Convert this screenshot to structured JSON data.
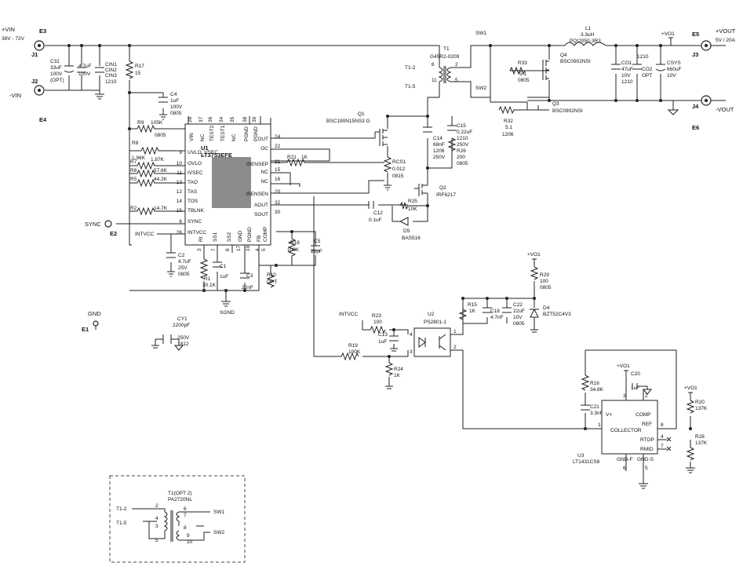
{
  "terminals": {
    "vin_label": "+VIN",
    "vin_range": "36V - 72V",
    "e3": "E3",
    "j1": "J1",
    "vin_neg_label": "-VIN",
    "j2": "J2",
    "e4": "E4",
    "vout_label": "+VOUT",
    "vout_rating": "5V / 20A",
    "e5": "E5",
    "j3": "J3",
    "vout_neg_label": "-VOUT",
    "j4": "J4",
    "e6": "E6",
    "sync": "SYNC",
    "e2": "E2",
    "gnd": "GND",
    "e1": "E1",
    "sgnd": "SGND",
    "intvcc": "INTVCC",
    "vo1": "+VO1"
  },
  "input": {
    "c31": [
      "C31",
      "33uF",
      "100V",
      "(OPT)"
    ],
    "c_4u7": [
      "4.7uF",
      "100V"
    ],
    "cin": [
      "CIN1",
      "CIN2",
      "CIN3",
      "1210"
    ],
    "r17": [
      "R17",
      "15"
    ],
    "c4": [
      "C4",
      "1uF",
      "100V",
      "0805"
    ],
    "r9": [
      "R9",
      "105K",
      "0805"
    ],
    "r8": [
      "R8",
      "1.96K"
    ],
    "r7": [
      "R7",
      "1.87K"
    ],
    "r6": [
      "R6",
      "57.6K"
    ],
    "r5": [
      "R5",
      "44.2K"
    ],
    "r2": [
      "R2",
      "14.7K"
    ],
    "c2": [
      "C2",
      "4.7uF",
      "25V",
      "0805"
    ],
    "r1": [
      "R1",
      "30.1K"
    ],
    "c1": [
      "C1",
      "1uF"
    ],
    "c3": [
      "C3",
      "22nF"
    ],
    "r10": [
      "R10",
      "OPT"
    ],
    "r18": [
      "R18",
      "100K"
    ],
    "c5": [
      "C5",
      "22pF"
    ]
  },
  "u1": {
    "ref": "U1",
    "part": "LT3753EFE",
    "left_pins": [
      {
        "num": "9",
        "name": "UVLO_VSEC"
      },
      {
        "num": "10",
        "name": "OVLO"
      },
      {
        "num": "11",
        "name": "IVSEC"
      },
      {
        "num": "13",
        "name": "TAO"
      },
      {
        "num": "12",
        "name": "TAS"
      },
      {
        "num": "14",
        "name": "TOS"
      },
      {
        "num": "15",
        "name": "TBLNK"
      },
      {
        "num": "6",
        "name": "SYNC"
      },
      {
        "num": "26",
        "name": "INTVCC"
      }
    ],
    "right_pins": [
      {
        "num": "24",
        "name": "OUT"
      },
      {
        "num": "22",
        "name": "OC"
      },
      {
        "num": "21",
        "name": "ISENSEP"
      },
      {
        "num": "15",
        "name": "NC"
      },
      {
        "num": "16",
        "name": "NC"
      },
      {
        "num": "20",
        "name": "ISENSEN"
      },
      {
        "num": "32",
        "name": "AOUT"
      },
      {
        "num": "30",
        "name": "SOUT"
      }
    ],
    "top_pins": [
      {
        "num": "28",
        "name": "VIN"
      },
      {
        "num": "37",
        "name": "NC"
      },
      {
        "num": "36",
        "name": "TEST2"
      },
      {
        "num": "34",
        "name": "TEST1"
      },
      {
        "num": "35",
        "name": "NC"
      },
      {
        "num": "38",
        "name": "PGND"
      },
      {
        "num": "39",
        "name": "PGND"
      }
    ],
    "bottom_pins": [
      {
        "num": "3",
        "name": "Rt"
      },
      {
        "num": "7",
        "name": "SS1"
      },
      {
        "num": "8",
        "name": "SS2"
      },
      {
        "num": "17",
        "name": "GND"
      },
      {
        "num": "19",
        "name": "PGND"
      },
      {
        "num": "4",
        "name": "FB"
      },
      {
        "num": "5",
        "name": "COMP"
      }
    ]
  },
  "power": {
    "t1": [
      "T1",
      "G45R2-0209"
    ],
    "t1_pins": [
      "T1-2",
      "T1-5"
    ],
    "sw1": "SW1",
    "sw2": "SW2",
    "q1": [
      "Q1",
      "BSC190N15NS3 G"
    ],
    "c15": [
      "C15",
      "0.22uF",
      "1210",
      "250V"
    ],
    "c14": [
      "C14",
      "68nF",
      "1206",
      "250V"
    ],
    "r26": [
      "R26",
      "200",
      "0805"
    ],
    "r21": [
      "R21",
      "1K"
    ],
    "rcs1": [
      "RCS1",
      "0.012",
      "0815"
    ],
    "q2": [
      "Q2",
      "IRF6217"
    ],
    "r25": [
      "R25",
      "10K"
    ],
    "c12": [
      "C12",
      "0.1uF"
    ],
    "d5": [
      "D5",
      "BAS516"
    ],
    "l1": [
      "L1",
      "3.3uH",
      "PQI2050-3R3"
    ],
    "q4": [
      "Q4",
      "BSC0902NSI"
    ],
    "q3": [
      "Q3",
      "BSC0902NSI"
    ],
    "r33": [
      "R33",
      "5.1",
      "0805"
    ],
    "r32": [
      "R32",
      "5.1",
      "1206"
    ],
    "co1": [
      "CO1",
      "47uF",
      "10V",
      "1210"
    ],
    "co2": [
      "CO2",
      "1210",
      "OPT"
    ],
    "csys": [
      "CSYS",
      "660uF",
      "10V"
    ]
  },
  "feedback": {
    "r23": [
      "R23",
      "100"
    ],
    "c13": [
      "C13",
      "1uF"
    ],
    "r19": [
      "R19",
      "100K"
    ],
    "r24": [
      "R24",
      "1K"
    ],
    "u2": [
      "U2",
      "PS2801-1"
    ],
    "r15": [
      "R15",
      "1K"
    ],
    "c18": [
      "C18",
      "4.7nF"
    ],
    "c22": [
      "C22",
      "22uF",
      "10V",
      "0805"
    ],
    "r29": [
      "R29",
      "100",
      "0805"
    ],
    "d4": [
      "D4",
      "BZT52C4V3"
    ],
    "r16": [
      "R16",
      "34.8K"
    ],
    "c20": [
      "C20",
      "1uF"
    ],
    "c21": [
      "C21",
      "3.3nF"
    ],
    "r20": [
      "R20",
      "137K"
    ],
    "r28": [
      "R28",
      "137K"
    ],
    "u3": [
      "U3",
      "LT1431CS8"
    ],
    "u3_pins": {
      "v_plus": "V+",
      "comp": "COMP",
      "collector": "COLLECTOR",
      "ref": "REF",
      "rtop": "RTOP",
      "rmid": "RMID",
      "gnd_f": "GND-F",
      "gnd_s": "GND-S"
    },
    "cy1": [
      "CY1",
      "2200pF",
      "250V",
      "1812"
    ]
  },
  "option": {
    "title": "T1(OPT 2)",
    "part": "PA2720NL",
    "pins_in": [
      "T1-2",
      "T1-5"
    ],
    "pins_out": [
      "SW1",
      "SW2"
    ]
  }
}
